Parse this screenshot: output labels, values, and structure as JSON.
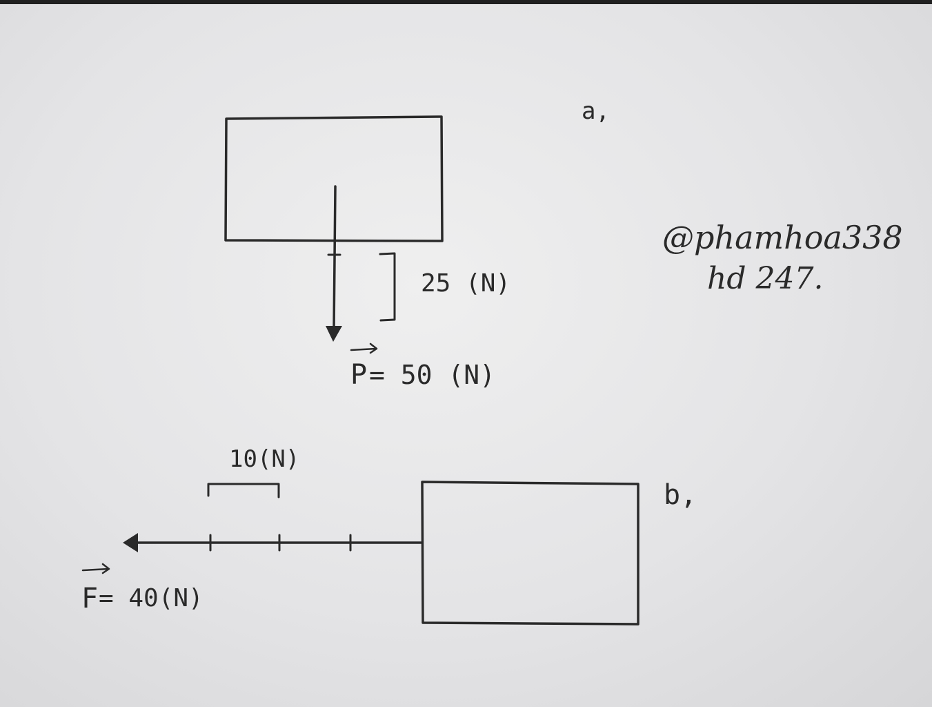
{
  "part_a": {
    "label": "a,",
    "scale_label": "25 (N)",
    "force_label": "= 50 (N)",
    "vector_symbol": "P"
  },
  "part_b": {
    "label": "b,",
    "scale_label": "10(N)",
    "force_label": "= 40(N)",
    "vector_symbol": "F"
  },
  "watermark": {
    "line1": "@phamhoa338",
    "line2": "hd 247."
  },
  "ink_color": "#2a2a2a"
}
